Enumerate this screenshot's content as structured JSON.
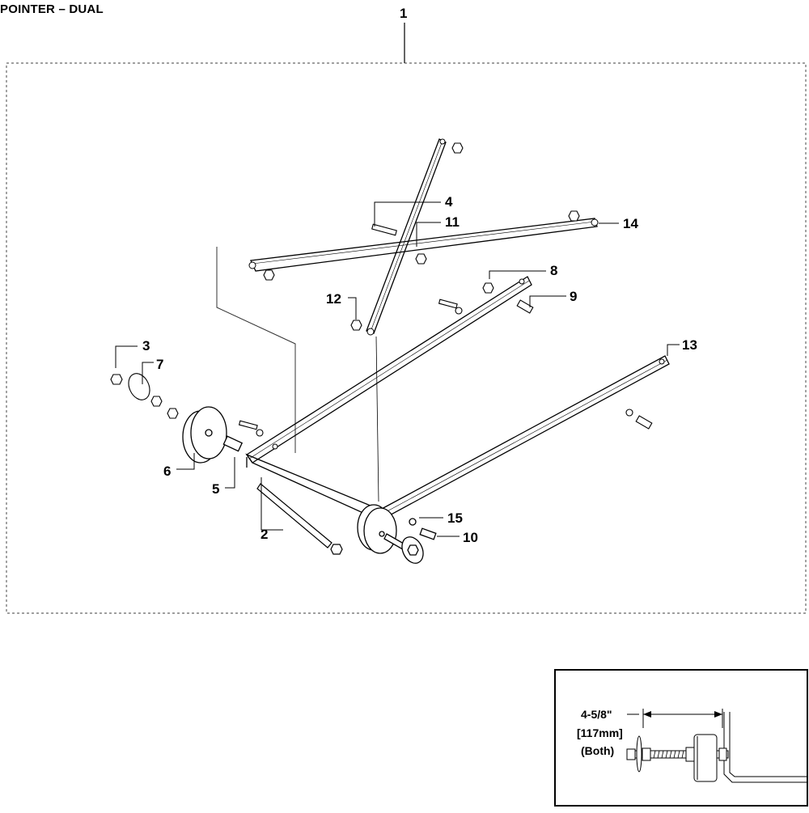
{
  "title": "POINTER – DUAL",
  "callouts": {
    "c1": "1",
    "c2": "2",
    "c3": "3",
    "c4": "4",
    "c5": "5",
    "c6": "6",
    "c7": "7",
    "c8": "8",
    "c9": "9",
    "c10": "10",
    "c11": "11",
    "c12": "12",
    "c13": "13",
    "c14": "14",
    "c15": "15"
  },
  "detail": {
    "dimension_line1": "4-5/8\"",
    "dimension_line2": "[117mm]",
    "dimension_line3": "(Both)"
  }
}
